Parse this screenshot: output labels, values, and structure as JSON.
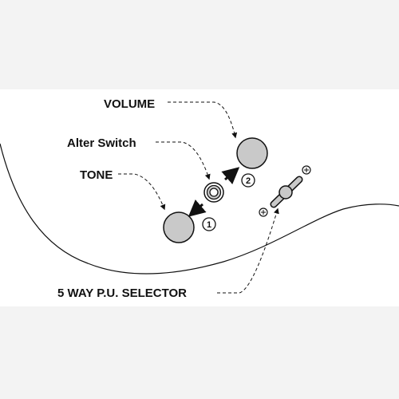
{
  "labels": {
    "volume": "VOLUME",
    "alter_switch": "Alter Switch",
    "tone": "TONE",
    "selector": "5 WAY P.U. SELECTOR"
  },
  "markers": {
    "one": "1",
    "two": "2"
  },
  "colors": {
    "background": "#f3f3f3",
    "panel": "#ffffff",
    "knob_fill": "#c9c9c9",
    "ink": "#111111"
  },
  "icons": {
    "volume_knob": "knob-icon",
    "tone_knob": "knob-icon",
    "alter_switch": "push-switch-icon",
    "selector_lever": "lever-switch-icon",
    "screws": "screw-icon"
  }
}
